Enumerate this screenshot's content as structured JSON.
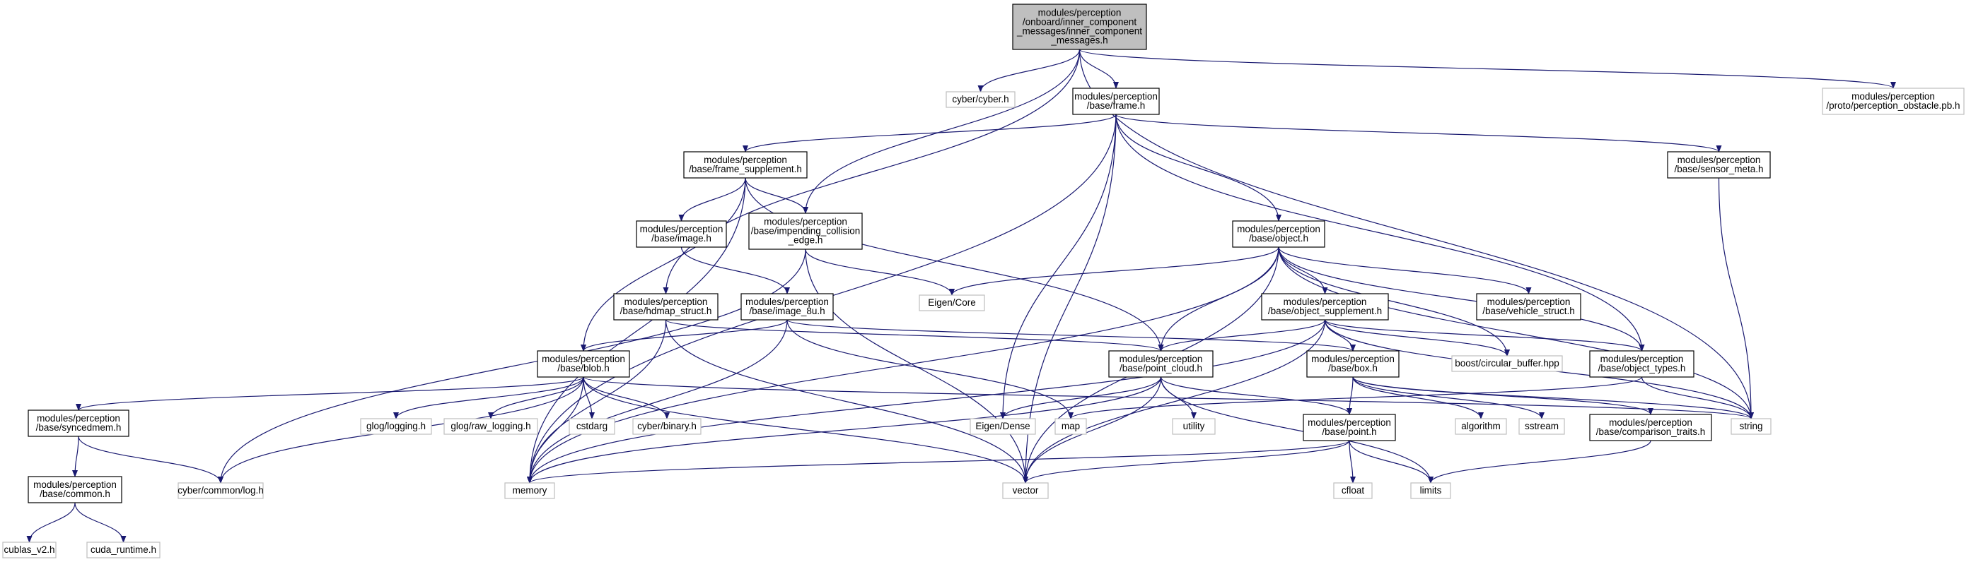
{
  "diagram": {
    "type": "include-dependency-graph",
    "colors": {
      "edge": "#191970",
      "root_fill": "#bfbfbf",
      "root_stroke": "#000000",
      "local_stroke": "#000000",
      "external_stroke": "#bfbfbf",
      "text": "#000000"
    },
    "nodes": [
      {
        "id": "root",
        "kind": "root",
        "lines": [
          "modules/perception",
          "/onboard/inner_component",
          "_messages/inner_component",
          "_messages.h"
        ]
      },
      {
        "id": "cyber_cyber",
        "kind": "external",
        "lines": [
          "cyber/cyber.h"
        ]
      },
      {
        "id": "frame",
        "kind": "local",
        "lines": [
          "modules/perception",
          "/base/frame.h"
        ]
      },
      {
        "id": "perception_obstacle",
        "kind": "external",
        "lines": [
          "modules/perception",
          "/proto/perception_obstacle.pb.h"
        ]
      },
      {
        "id": "frame_supplement",
        "kind": "local",
        "lines": [
          "modules/perception",
          "/base/frame_supplement.h"
        ]
      },
      {
        "id": "sensor_meta",
        "kind": "local",
        "lines": [
          "modules/perception",
          "/base/sensor_meta.h"
        ]
      },
      {
        "id": "image",
        "kind": "local",
        "lines": [
          "modules/perception",
          "/base/image.h"
        ]
      },
      {
        "id": "impending",
        "kind": "local",
        "lines": [
          "modules/perception",
          "/base/impending_collision",
          "_edge.h"
        ]
      },
      {
        "id": "object",
        "kind": "local",
        "lines": [
          "modules/perception",
          "/base/object.h"
        ]
      },
      {
        "id": "eigen_core",
        "kind": "external",
        "lines": [
          "Eigen/Core"
        ]
      },
      {
        "id": "hdmap_struct",
        "kind": "local",
        "lines": [
          "modules/perception",
          "/base/hdmap_struct.h"
        ]
      },
      {
        "id": "image_8u",
        "kind": "local",
        "lines": [
          "modules/perception",
          "/base/image_8u.h"
        ]
      },
      {
        "id": "object_supplement",
        "kind": "local",
        "lines": [
          "modules/perception",
          "/base/object_supplement.h"
        ]
      },
      {
        "id": "vehicle_struct",
        "kind": "local",
        "lines": [
          "modules/perception",
          "/base/vehicle_struct.h"
        ]
      },
      {
        "id": "blob",
        "kind": "local",
        "lines": [
          "modules/perception",
          "/base/blob.h"
        ]
      },
      {
        "id": "point_cloud",
        "kind": "local",
        "lines": [
          "modules/perception",
          "/base/point_cloud.h"
        ]
      },
      {
        "id": "box",
        "kind": "local",
        "lines": [
          "modules/perception",
          "/base/box.h"
        ]
      },
      {
        "id": "circular_buffer",
        "kind": "external",
        "lines": [
          "boost/circular_buffer.hpp"
        ]
      },
      {
        "id": "object_types",
        "kind": "local",
        "lines": [
          "modules/perception",
          "/base/object_types.h"
        ]
      },
      {
        "id": "syncedmem",
        "kind": "local",
        "lines": [
          "modules/perception",
          "/base/syncedmem.h"
        ]
      },
      {
        "id": "glog_logging",
        "kind": "external",
        "lines": [
          "glog/logging.h"
        ]
      },
      {
        "id": "glog_raw_logging",
        "kind": "external",
        "lines": [
          "glog/raw_logging.h"
        ]
      },
      {
        "id": "cstdarg",
        "kind": "external",
        "lines": [
          "cstdarg"
        ]
      },
      {
        "id": "cyber_binary",
        "kind": "external",
        "lines": [
          "cyber/binary.h"
        ]
      },
      {
        "id": "eigen_dense",
        "kind": "external",
        "lines": [
          "Eigen/Dense"
        ]
      },
      {
        "id": "map",
        "kind": "external",
        "lines": [
          "map"
        ]
      },
      {
        "id": "utility",
        "kind": "external",
        "lines": [
          "utility"
        ]
      },
      {
        "id": "point",
        "kind": "local",
        "lines": [
          "modules/perception",
          "/base/point.h"
        ]
      },
      {
        "id": "algorithm",
        "kind": "external",
        "lines": [
          "algorithm"
        ]
      },
      {
        "id": "sstream",
        "kind": "external",
        "lines": [
          "sstream"
        ]
      },
      {
        "id": "comparison_traits",
        "kind": "local",
        "lines": [
          "modules/perception",
          "/base/comparison_traits.h"
        ]
      },
      {
        "id": "string",
        "kind": "external",
        "lines": [
          "string"
        ]
      },
      {
        "id": "common",
        "kind": "local",
        "lines": [
          "modules/perception",
          "/base/common.h"
        ]
      },
      {
        "id": "cyber_log",
        "kind": "external",
        "lines": [
          "cyber/common/log.h"
        ]
      },
      {
        "id": "memory",
        "kind": "external",
        "lines": [
          "memory"
        ]
      },
      {
        "id": "vector",
        "kind": "external",
        "lines": [
          "vector"
        ]
      },
      {
        "id": "cfloat",
        "kind": "external",
        "lines": [
          "cfloat"
        ]
      },
      {
        "id": "limits",
        "kind": "external",
        "lines": [
          "limits"
        ]
      },
      {
        "id": "cublas",
        "kind": "external",
        "lines": [
          "cublas_v2.h"
        ]
      },
      {
        "id": "cuda_runtime",
        "kind": "external",
        "lines": [
          "cuda_runtime.h"
        ]
      }
    ],
    "edges": [
      [
        "root",
        "cyber_cyber"
      ],
      [
        "root",
        "frame"
      ],
      [
        "root",
        "perception_obstacle"
      ],
      [
        "root",
        "string"
      ],
      [
        "root",
        "impending"
      ],
      [
        "root",
        "hdmap_struct"
      ],
      [
        "frame",
        "frame_supplement"
      ],
      [
        "frame",
        "sensor_meta"
      ],
      [
        "frame",
        "object"
      ],
      [
        "frame",
        "object_types"
      ],
      [
        "frame",
        "memory"
      ],
      [
        "frame",
        "vector"
      ],
      [
        "frame",
        "eigen_dense"
      ],
      [
        "frame_supplement",
        "image"
      ],
      [
        "frame_supplement",
        "impending"
      ],
      [
        "frame_supplement",
        "blob"
      ],
      [
        "frame_supplement",
        "point_cloud"
      ],
      [
        "frame_supplement",
        "memory"
      ],
      [
        "sensor_meta",
        "string"
      ],
      [
        "image",
        "image_8u"
      ],
      [
        "impending",
        "eigen_core"
      ],
      [
        "impending",
        "vector"
      ],
      [
        "impending",
        "cyber_log"
      ],
      [
        "object",
        "eigen_core"
      ],
      [
        "object",
        "object_supplement"
      ],
      [
        "object",
        "vehicle_struct"
      ],
      [
        "object",
        "circular_buffer"
      ],
      [
        "object",
        "object_types"
      ],
      [
        "object",
        "point_cloud"
      ],
      [
        "object",
        "memory"
      ],
      [
        "object",
        "vector"
      ],
      [
        "object",
        "string"
      ],
      [
        "hdmap_struct",
        "point_cloud"
      ],
      [
        "hdmap_struct",
        "memory"
      ],
      [
        "hdmap_struct",
        "vector"
      ],
      [
        "image_8u",
        "blob"
      ],
      [
        "image_8u",
        "box"
      ],
      [
        "image_8u",
        "map"
      ],
      [
        "image_8u",
        "memory"
      ],
      [
        "object_supplement",
        "point_cloud"
      ],
      [
        "object_supplement",
        "box"
      ],
      [
        "object_supplement",
        "circular_buffer"
      ],
      [
        "object_supplement",
        "object_types"
      ],
      [
        "object_supplement",
        "vector"
      ],
      [
        "object_supplement",
        "memory"
      ],
      [
        "object_supplement",
        "string"
      ],
      [
        "blob",
        "syncedmem"
      ],
      [
        "blob",
        "glog_logging"
      ],
      [
        "blob",
        "glog_raw_logging"
      ],
      [
        "blob",
        "cstdarg"
      ],
      [
        "blob",
        "cyber_binary"
      ],
      [
        "blob",
        "cyber_log"
      ],
      [
        "blob",
        "memory"
      ],
      [
        "blob",
        "vector"
      ],
      [
        "blob",
        "string"
      ],
      [
        "point_cloud",
        "eigen_dense"
      ],
      [
        "point_cloud",
        "point"
      ],
      [
        "point_cloud",
        "utility"
      ],
      [
        "point_cloud",
        "memory"
      ],
      [
        "point_cloud",
        "vector"
      ],
      [
        "point_cloud",
        "limits"
      ],
      [
        "box",
        "point"
      ],
      [
        "box",
        "comparison_traits"
      ],
      [
        "box",
        "algorithm"
      ],
      [
        "box",
        "sstream"
      ],
      [
        "box",
        "string"
      ],
      [
        "object_types",
        "map"
      ],
      [
        "object_types",
        "string"
      ],
      [
        "syncedmem",
        "common"
      ],
      [
        "syncedmem",
        "cyber_log"
      ],
      [
        "point",
        "memory"
      ],
      [
        "point",
        "vector"
      ],
      [
        "point",
        "cfloat"
      ],
      [
        "point",
        "limits"
      ],
      [
        "comparison_traits",
        "limits"
      ],
      [
        "common",
        "cublas"
      ],
      [
        "common",
        "cuda_runtime"
      ]
    ]
  }
}
